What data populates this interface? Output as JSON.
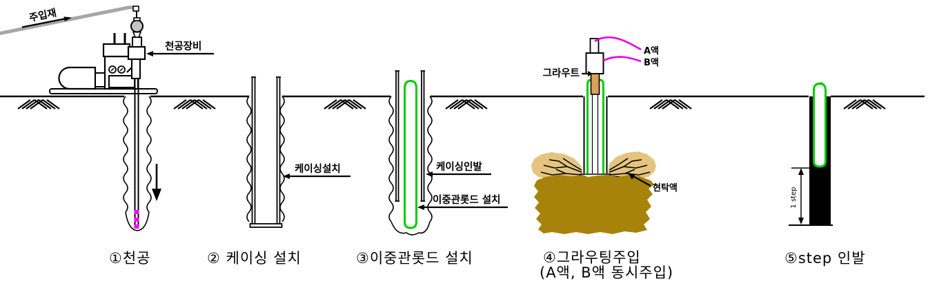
{
  "colors": {
    "line_black": "#000000",
    "green": "#00CC00",
    "magenta": "#E600E6",
    "drill_tip": "#FF00FF",
    "grout_tan": "#D9A257",
    "suspension_dark": "#A8830B",
    "suspension_light": "#E4C47F",
    "hose_gray": "#A6A6A6",
    "ball_gray": "#C4C4C4"
  },
  "steps": {
    "step1": {
      "caption": "①천공",
      "machine_label": "천공장비",
      "injection_label": "주입재"
    },
    "step2": {
      "caption": "② 케이싱 설치",
      "casing_install_label": "케이싱설치"
    },
    "step3": {
      "caption": "③이중관롯드 설치",
      "casing_pull_label": "케이싱인발",
      "rod_install_label": "이중관롯드 설치"
    },
    "step4": {
      "caption_line1": "④그라우팅주입",
      "caption_line2": "(A액, B액 동시주입)",
      "grout_label": "그라우트",
      "liquid_a_label": "A액",
      "liquid_b_label": "B액",
      "suspension_label": "현탁액"
    },
    "step5": {
      "caption": "⑤step 인발",
      "step_dimension_label": "1 step"
    }
  }
}
